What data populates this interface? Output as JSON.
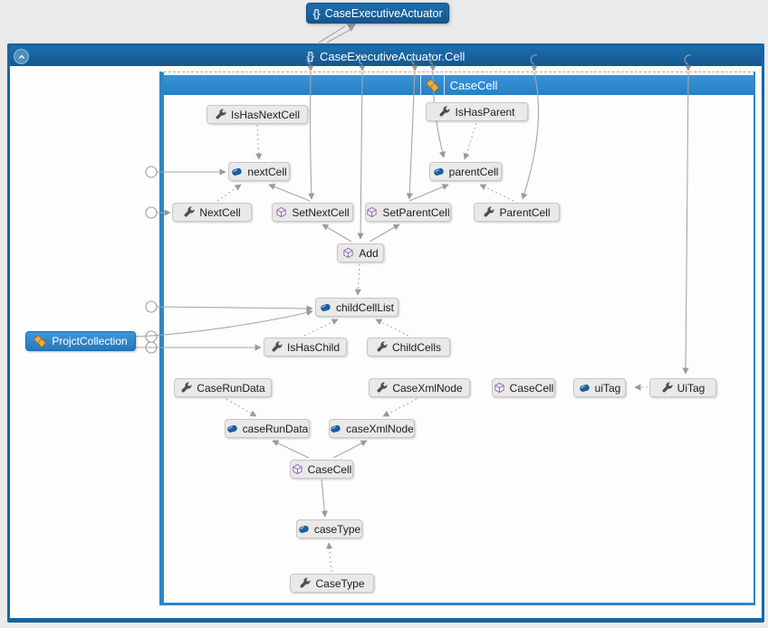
{
  "colors": {
    "outer_blue": "#1765A4",
    "inner_blue": "#2C87CB",
    "node_gray": "#E9E9E9",
    "edge_gray": "#A6A6A6",
    "class_gold": "#F0AE3C",
    "method_purple": "#8E6BAE",
    "field_blue": "#1C5FA8"
  },
  "root_node": {
    "label": "CaseExecutiveActuator",
    "icon": "namespace-icon",
    "icon_glyph": "{}"
  },
  "outer_group": {
    "label": "CaseExecutiveActuator.Cell",
    "icon": "namespace-icon",
    "icon_glyph": "{}",
    "collapse": "chevron-up"
  },
  "inner_group": {
    "label": "CaseCell",
    "icon": "class-icon"
  },
  "external_node": {
    "label": "ProjctCollection",
    "icon": "class-icon"
  },
  "nodes": [
    {
      "id": "IsHasNextCell",
      "label": "IsHasNextCell",
      "icon": "property"
    },
    {
      "id": "IsHasParent",
      "label": "IsHasParent",
      "icon": "property"
    },
    {
      "id": "nextCell",
      "label": "nextCell",
      "icon": "field"
    },
    {
      "id": "parentCell",
      "label": "parentCell",
      "icon": "field"
    },
    {
      "id": "NextCell",
      "label": "NextCell",
      "icon": "property"
    },
    {
      "id": "SetNextCell",
      "label": "SetNextCell",
      "icon": "method"
    },
    {
      "id": "SetParentCell",
      "label": "SetParentCell",
      "icon": "method"
    },
    {
      "id": "ParentCell",
      "label": "ParentCell",
      "icon": "property"
    },
    {
      "id": "Add",
      "label": "Add",
      "icon": "method"
    },
    {
      "id": "childCellList",
      "label": "childCellList",
      "icon": "field"
    },
    {
      "id": "IsHasChild",
      "label": "IsHasChild",
      "icon": "property"
    },
    {
      "id": "ChildCells",
      "label": "ChildCells",
      "icon": "property"
    },
    {
      "id": "CaseRunData",
      "label": "CaseRunData",
      "icon": "property"
    },
    {
      "id": "CaseXmlNode",
      "label": "CaseXmlNode",
      "icon": "property"
    },
    {
      "id": "CaseCell-method-1",
      "label": "CaseCell",
      "icon": "method"
    },
    {
      "id": "uiTag",
      "label": "uiTag",
      "icon": "field"
    },
    {
      "id": "UiTag",
      "label": "UiTag",
      "icon": "property"
    },
    {
      "id": "caseRunData",
      "label": "caseRunData",
      "icon": "field"
    },
    {
      "id": "caseXmlNode",
      "label": "caseXmlNode",
      "icon": "field"
    },
    {
      "id": "CaseCell-method-2",
      "label": "CaseCell",
      "icon": "method"
    },
    {
      "id": "caseType",
      "label": "caseType",
      "icon": "field"
    },
    {
      "id": "CaseType",
      "label": "CaseType",
      "icon": "property"
    }
  ]
}
